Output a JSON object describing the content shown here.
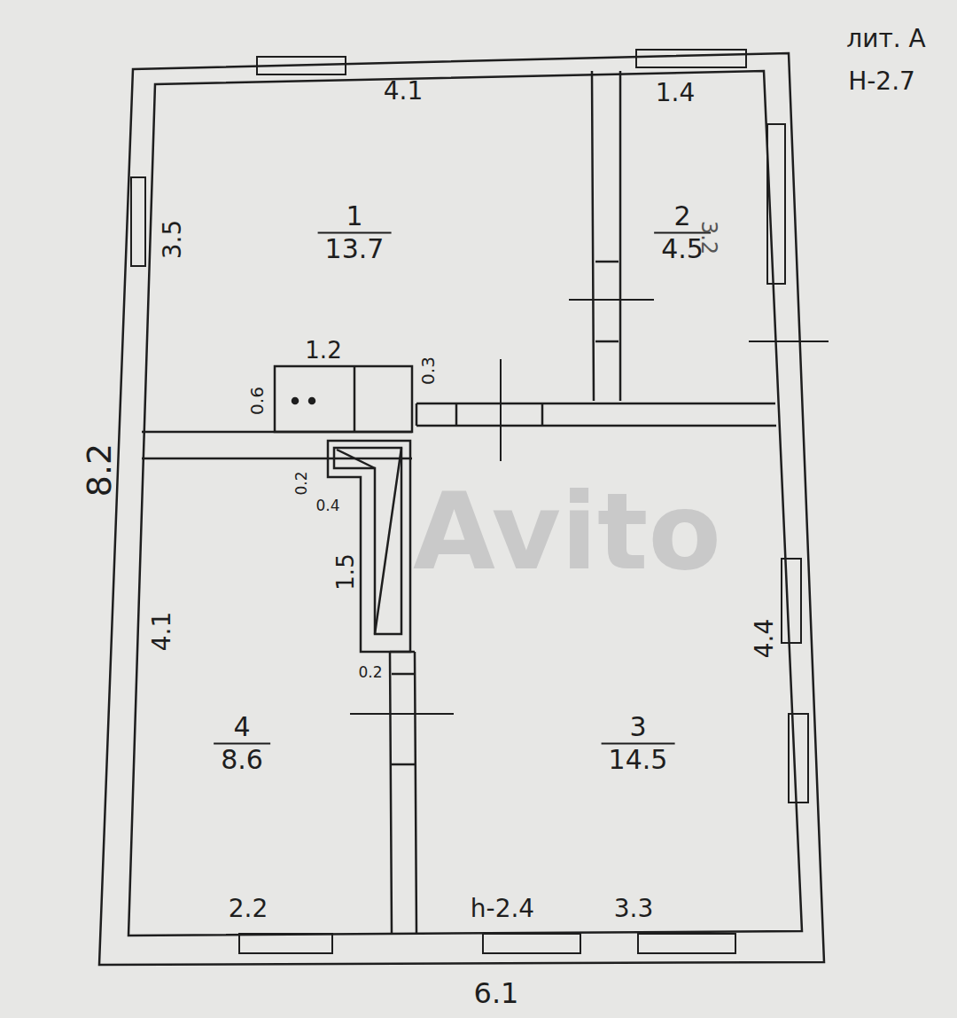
{
  "diagram": {
    "nodes": [
      {
        "text": [
          "1",
          "13.7"
        ]
      },
      {
        "text": [
          "2",
          "4.5"
        ]
      },
      {
        "text": [
          "3",
          "14.5"
        ]
      },
      {
        "text": [
          "4",
          "8.6"
        ]
      }
    ],
    "labels": [
      "лит. А",
      "Н-2.7",
      "4.1",
      "1.4",
      "3.5",
      "3.2",
      "1.2",
      "0.6",
      "0.3",
      "8.2",
      "0.2",
      "0.4",
      "1.5",
      "0.2",
      "4.1",
      "4.4",
      "2.2",
      "h-2.4",
      "3.3",
      "6.1",
      "Avito"
    ]
  }
}
